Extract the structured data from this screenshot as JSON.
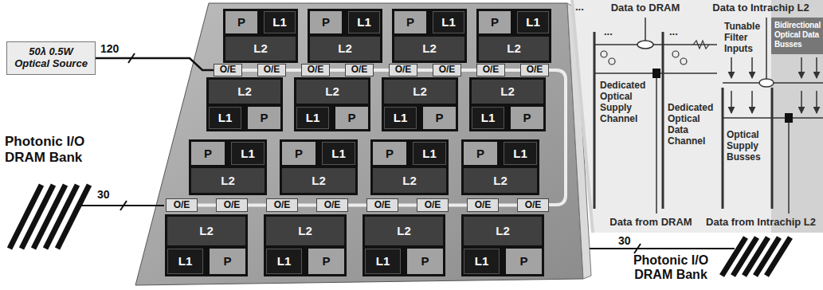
{
  "diagram": {
    "nodes": [
      {
        "text": [
          "50λ 0.5W Optical Source"
        ]
      },
      {
        "text": [
          "P"
        ]
      },
      {
        "text": [
          "L1"
        ]
      },
      {
        "text": [
          "L2"
        ]
      },
      {
        "text": [
          "P"
        ]
      },
      {
        "text": [
          "L1"
        ]
      },
      {
        "text": [
          "L2"
        ]
      },
      {
        "text": [
          "P"
        ]
      },
      {
        "text": [
          "L1"
        ]
      },
      {
        "text": [
          "L2"
        ]
      },
      {
        "text": [
          "P"
        ]
      },
      {
        "text": [
          "L1"
        ]
      },
      {
        "text": [
          "L2"
        ]
      },
      {
        "text": [
          "O/E"
        ]
      },
      {
        "text": [
          "O/E"
        ]
      },
      {
        "text": [
          "O/E"
        ]
      },
      {
        "text": [
          "O/E"
        ]
      },
      {
        "text": [
          "O/E"
        ]
      },
      {
        "text": [
          "O/E"
        ]
      },
      {
        "text": [
          "O/E"
        ]
      },
      {
        "text": [
          "O/E"
        ]
      },
      {
        "text": [
          "L2"
        ]
      },
      {
        "text": [
          "L1"
        ]
      },
      {
        "text": [
          "P"
        ]
      },
      {
        "text": [
          "L2"
        ]
      },
      {
        "text": [
          "L1"
        ]
      },
      {
        "text": [
          "P"
        ]
      },
      {
        "text": [
          "L2"
        ]
      },
      {
        "text": [
          "L1"
        ]
      },
      {
        "text": [
          "P"
        ]
      },
      {
        "text": [
          "L2"
        ]
      },
      {
        "text": [
          "L1"
        ]
      },
      {
        "text": [
          "P"
        ]
      },
      {
        "text": [
          "P"
        ]
      },
      {
        "text": [
          "L1"
        ]
      },
      {
        "text": [
          "L2"
        ]
      },
      {
        "text": [
          "P"
        ]
      },
      {
        "text": [
          "L1"
        ]
      },
      {
        "text": [
          "L2"
        ]
      },
      {
        "text": [
          "P"
        ]
      },
      {
        "text": [
          "L1"
        ]
      },
      {
        "text": [
          "L2"
        ]
      },
      {
        "text": [
          "P"
        ]
      },
      {
        "text": [
          "L1"
        ]
      },
      {
        "text": [
          "L2"
        ]
      },
      {
        "text": [
          "O/E"
        ]
      },
      {
        "text": [
          "O/E"
        ]
      },
      {
        "text": [
          "O/E"
        ]
      },
      {
        "text": [
          "O/E"
        ]
      },
      {
        "text": [
          "O/E"
        ]
      },
      {
        "text": [
          "O/E"
        ]
      },
      {
        "text": [
          "O/E"
        ]
      },
      {
        "text": [
          "O/E"
        ]
      },
      {
        "text": [
          "L2"
        ]
      },
      {
        "text": [
          "L1"
        ]
      },
      {
        "text": [
          "P"
        ]
      },
      {
        "text": [
          "L2"
        ]
      },
      {
        "text": [
          "L1"
        ]
      },
      {
        "text": [
          "P"
        ]
      },
      {
        "text": [
          "L2"
        ]
      },
      {
        "text": [
          "L1"
        ]
      },
      {
        "text": [
          "P"
        ]
      },
      {
        "text": [
          "L2"
        ]
      },
      {
        "text": [
          "L1"
        ]
      },
      {
        "text": [
          "P"
        ]
      }
    ],
    "edges": [
      {
        "from": 0,
        "to": 13,
        "label": "120",
        "arrow": "none"
      },
      {
        "from": 13,
        "to": 14,
        "arrow": "none"
      },
      {
        "from": 14,
        "to": 15,
        "arrow": "none"
      },
      {
        "from": 15,
        "to": 16,
        "arrow": "none"
      },
      {
        "from": 16,
        "to": 17,
        "arrow": "none"
      },
      {
        "from": 17,
        "to": 18,
        "arrow": "none"
      },
      {
        "from": 18,
        "to": 19,
        "arrow": "none"
      },
      {
        "from": 19,
        "to": 20,
        "arrow": "none"
      },
      {
        "from": 45,
        "to": 46,
        "arrow": "none"
      },
      {
        "from": 46,
        "to": 47,
        "arrow": "none"
      },
      {
        "from": 47,
        "to": 48,
        "arrow": "none"
      },
      {
        "from": 48,
        "to": 49,
        "arrow": "none"
      },
      {
        "from": 49,
        "to": 50,
        "arrow": "none"
      },
      {
        "from": 50,
        "to": 51,
        "arrow": "none"
      },
      {
        "from": 51,
        "to": 52,
        "arrow": "none"
      }
    ],
    "labels": [
      "...",
      "Data to DRAM",
      "Data to Intrachip L2",
      "...",
      "...",
      "Tunable Filter Inputs",
      "Bidirectional Optical Data Busses",
      "Dedicated Optical Supply Channel",
      "Dedicated Optical Data Channel",
      "Optical Supply Busses",
      "Data from DRAM",
      "Data from Intrachip L2",
      "Photonic I/O DRAM Bank",
      "30",
      "30",
      "Photonic I/O DRAM Bank"
    ]
  }
}
